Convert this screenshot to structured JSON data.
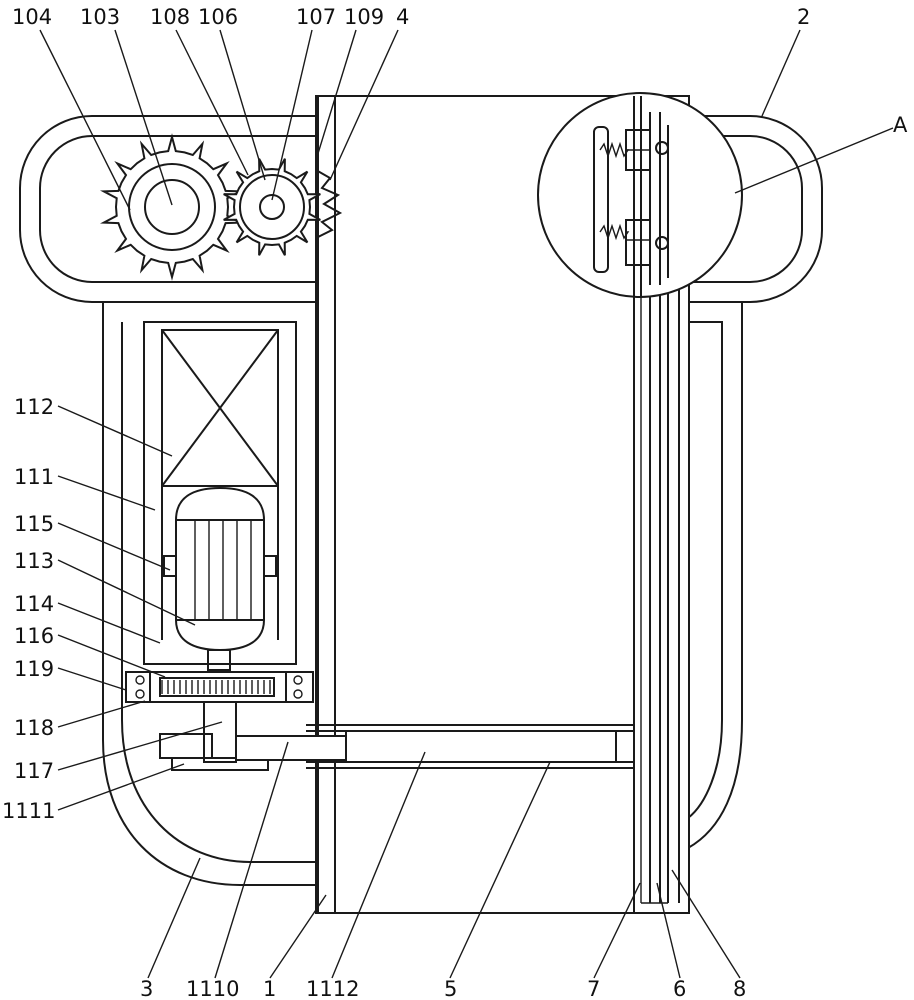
{
  "labels": {
    "l104": "104",
    "l103": "103",
    "l108": "108",
    "l106": "106",
    "l107": "107",
    "l109": "109",
    "l4": "4",
    "l2": "2",
    "lA": "A",
    "l112": "112",
    "l111": "111",
    "l115": "115",
    "l113": "113",
    "l114": "114",
    "l116": "116",
    "l119": "119",
    "l118": "118",
    "l117": "117",
    "l1111": "1111",
    "l3": "3",
    "l1110": "1110",
    "l1": "1",
    "l1112": "1112",
    "l5": "5",
    "l7": "7",
    "l6": "6",
    "l8": "8"
  }
}
